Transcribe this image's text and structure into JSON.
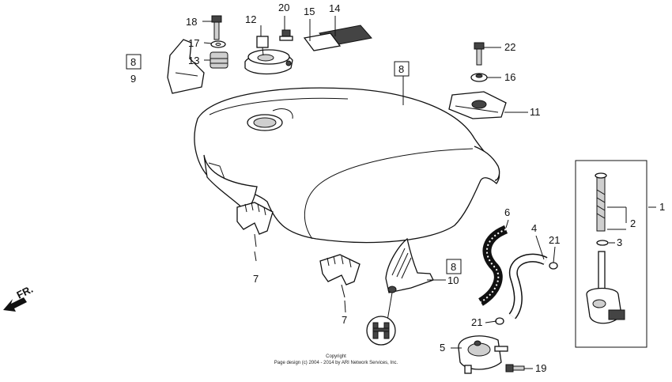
{
  "parts": {
    "p1": "1",
    "p2": "2",
    "p3": "3",
    "p4": "4",
    "p5": "5",
    "p6": "6",
    "p7a": "7",
    "p7b": "7",
    "p8a": "8",
    "p8b": "8",
    "p8c": "8",
    "p9": "9",
    "p10": "10",
    "p11": "11",
    "p12": "12",
    "p13": "13",
    "p14": "14",
    "p15": "15",
    "p16": "16",
    "p17": "17",
    "p18": "18",
    "p19": "19",
    "p20": "20",
    "p21a": "21",
    "p21b": "21",
    "p22": "22"
  },
  "direction": "FR.",
  "copyright": {
    "line1": "Copyright",
    "line2": "Page design (c) 2004 - 2014 by ARI Network Services, Inc."
  }
}
